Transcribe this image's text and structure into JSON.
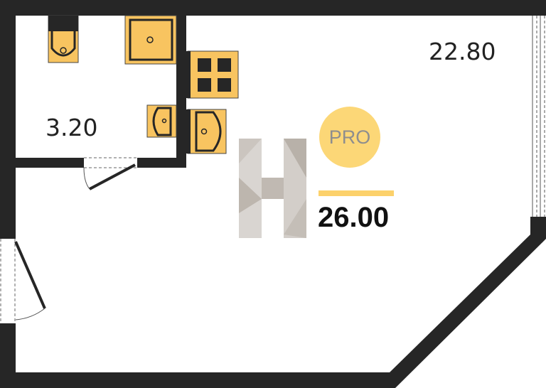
{
  "rooms": {
    "bathroom_area": "3.20",
    "living_area": "22.80"
  },
  "total_area": "26.00",
  "badge": "PRO",
  "colors": {
    "wall": "#262626",
    "fixture": "#f8c460",
    "badge": "#fcd777",
    "accent_bar": "#fcd16b"
  }
}
